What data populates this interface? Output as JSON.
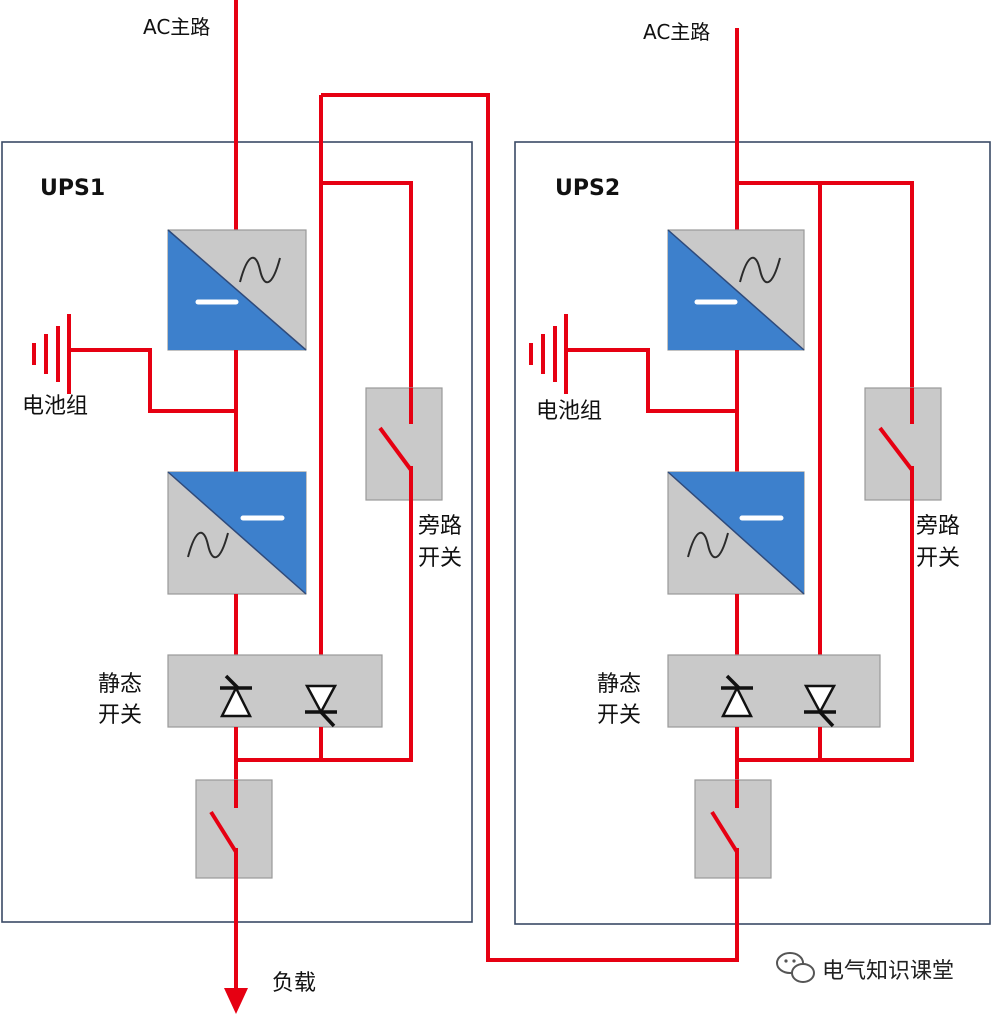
{
  "units": [
    {
      "title": "UPS1",
      "ac_input": "AC主路",
      "battery": "电池组",
      "bypass_switch": [
        "旁路",
        "开关"
      ],
      "static_switch": [
        "静态",
        "开关"
      ]
    },
    {
      "title": "UPS2",
      "ac_input": "AC主路",
      "battery": "电池组",
      "bypass_switch": [
        "旁路",
        "开关"
      ],
      "static_switch": [
        "静态",
        "开关"
      ]
    }
  ],
  "load": "负载",
  "watermark": "电气知识课堂",
  "colors": {
    "wire": "#e60012",
    "converter_blue": "#3d80cc",
    "component_gray": "#c9c9c9",
    "frame": "#3a4a66"
  }
}
